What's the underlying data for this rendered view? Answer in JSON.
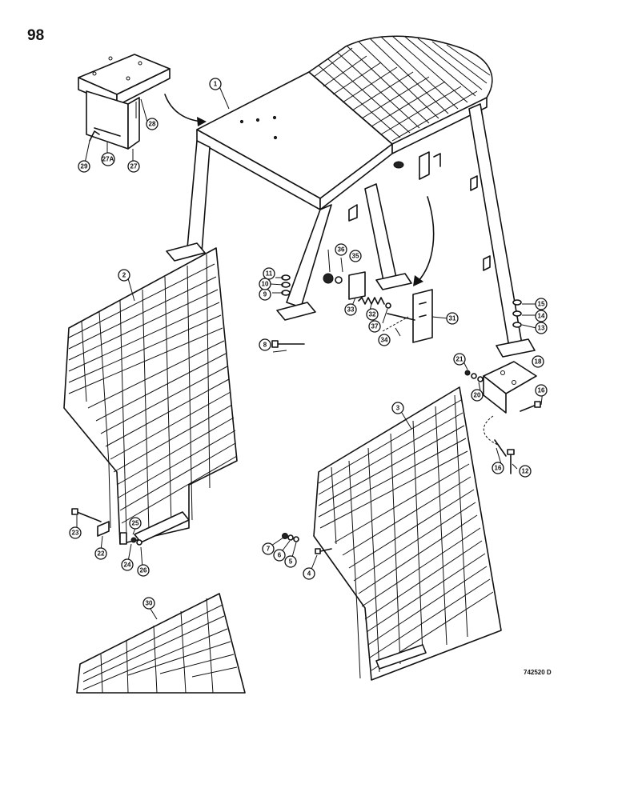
{
  "page_number": "98",
  "drawing_code": "742520 D",
  "callouts": [
    {
      "id": "c1",
      "label": "1"
    },
    {
      "id": "c2",
      "label": "2"
    },
    {
      "id": "c3",
      "label": "3"
    },
    {
      "id": "c4",
      "label": "4"
    },
    {
      "id": "c5",
      "label": "5"
    },
    {
      "id": "c6",
      "label": "6"
    },
    {
      "id": "c7",
      "label": "7"
    },
    {
      "id": "c8",
      "label": "8"
    },
    {
      "id": "c9",
      "label": "9"
    },
    {
      "id": "c10",
      "label": "10"
    },
    {
      "id": "c11",
      "label": "11"
    },
    {
      "id": "c12",
      "label": "12"
    },
    {
      "id": "c13",
      "label": "13"
    },
    {
      "id": "c14",
      "label": "14"
    },
    {
      "id": "c15",
      "label": "15"
    },
    {
      "id": "c16a",
      "label": "16"
    },
    {
      "id": "c16b",
      "label": "16"
    },
    {
      "id": "c18",
      "label": "18"
    },
    {
      "id": "c20",
      "label": "20"
    },
    {
      "id": "c21",
      "label": "21"
    },
    {
      "id": "c22",
      "label": "22"
    },
    {
      "id": "c23",
      "label": "23"
    },
    {
      "id": "c24",
      "label": "24"
    },
    {
      "id": "c25",
      "label": "25"
    },
    {
      "id": "c26",
      "label": "26"
    },
    {
      "id": "c27",
      "label": "27"
    },
    {
      "id": "c27a",
      "label": "27A"
    },
    {
      "id": "c28",
      "label": "28"
    },
    {
      "id": "c29",
      "label": "29"
    },
    {
      "id": "c30",
      "label": "30"
    },
    {
      "id": "c31",
      "label": "31"
    },
    {
      "id": "c32",
      "label": "32"
    },
    {
      "id": "c33",
      "label": "33"
    },
    {
      "id": "c34",
      "label": "34"
    },
    {
      "id": "c35",
      "label": "35"
    },
    {
      "id": "c36",
      "label": "36"
    },
    {
      "id": "c37",
      "label": "37"
    }
  ]
}
